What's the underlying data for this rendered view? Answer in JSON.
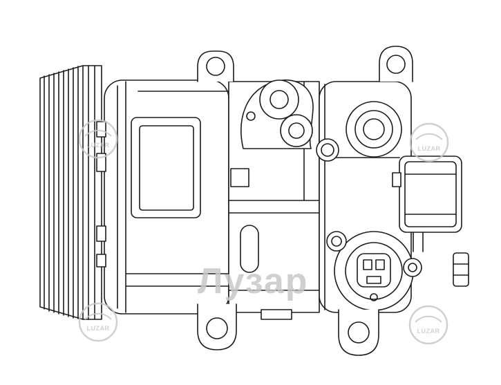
{
  "artwork": {
    "type": "technical-line-drawing",
    "subject": "Automotive A/C compressor: side view with poly-V belt pulley, mounting ears, refrigerant port boss, control-valve block and round 2-pin electrical connector flange",
    "line_color": "#1b1b1b",
    "background_color": "#ffffff"
  },
  "watermarks": {
    "color": "#c8c8c8",
    "brand_logo_text": "LUZAR",
    "center_text": "Лузар",
    "logo_count": 4
  },
  "parts": [
    {
      "name": "belt-pulley",
      "label": "poly-V ribbed belt pulley"
    },
    {
      "name": "front-housing",
      "label": "front clutch housing"
    },
    {
      "name": "cylinder-block",
      "label": "center cylinder block"
    },
    {
      "name": "rear-head",
      "label": "rear cylinder head"
    },
    {
      "name": "mounting-ear-top-left",
      "label": "top-left mounting ear with bolt hole"
    },
    {
      "name": "mounting-bracket-top-center",
      "label": "top-center bracket with two bolt bosses"
    },
    {
      "name": "mounting-ear-top-right",
      "label": "top-right mounting ear with bolt hole"
    },
    {
      "name": "refrigerant-port-boss",
      "label": "threaded refrigerant port boss"
    },
    {
      "name": "control-valve-block",
      "label": "control valve / connector block"
    },
    {
      "name": "connector-flange",
      "label": "round electrical connector flange with 2-pin plug"
    },
    {
      "name": "mounting-lug-bottom-left",
      "label": "bottom-left mounting lug with bolt hole"
    },
    {
      "name": "mounting-lug-bottom-right",
      "label": "bottom-right mounting lug with bolt hole"
    }
  ]
}
